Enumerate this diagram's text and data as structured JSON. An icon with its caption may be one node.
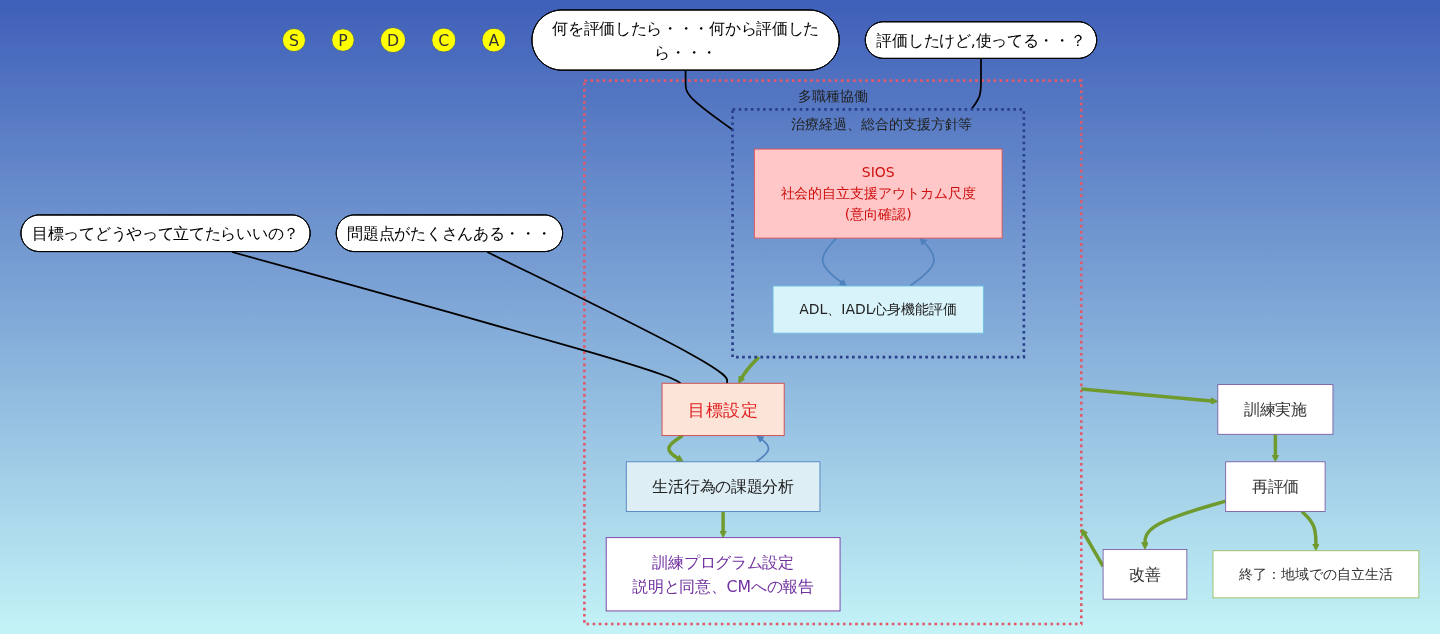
{
  "diagram": {
    "nodes": [
      {
        "text": [
          "多職種協働"
        ]
      },
      {
        "text": [
          "治療経過、総合的支援方針等"
        ],
        "in": 0
      },
      {
        "text": [
          "SIOS",
          "社会的自立支援アウトカム尺度",
          "(意向確認)"
        ],
        "in": 1
      },
      {
        "text": [
          "ADL、IADL心身機能評価"
        ],
        "in": 1
      },
      {
        "text": [
          "目標設定"
        ],
        "in": 0
      },
      {
        "text": [
          "生活行為の課題分析"
        ],
        "in": 0
      },
      {
        "text": [
          "訓練プログラム設定",
          "説明と同意、CMへの報告"
        ],
        "in": 0
      },
      {
        "text": [
          "訓練実施"
        ]
      },
      {
        "text": [
          "再評価"
        ]
      },
      {
        "text": [
          "改善"
        ]
      },
      {
        "text": [
          "終了：地域での自立生活"
        ]
      },
      {
        "text": [
          "S"
        ]
      },
      {
        "text": [
          "P"
        ]
      },
      {
        "text": [
          "D"
        ]
      },
      {
        "text": [
          "C"
        ]
      },
      {
        "text": [
          "A"
        ]
      },
      {
        "text": [
          "何を評価したら・・・何から評価したら・・・"
        ]
      },
      {
        "text": [
          "評価したけど,使ってる・・？"
        ]
      },
      {
        "text": [
          "目標ってどうやって立てたらいいの？"
        ]
      },
      {
        "text": [
          "問題点がたくさんある・・・"
        ]
      }
    ],
    "edges": [
      {
        "from": 2,
        "to": 3,
        "arrow": "to",
        "color": "#4f81bd"
      },
      {
        "from": 3,
        "to": 2,
        "arrow": "to",
        "color": "#4f81bd"
      },
      {
        "from": 1,
        "to": 4,
        "arrow": "to"
      },
      {
        "from": 4,
        "to": 5,
        "arrow": "to"
      },
      {
        "from": 5,
        "to": 4,
        "arrow": "to",
        "color": "#4f81bd"
      },
      {
        "from": 5,
        "to": 6,
        "arrow": "to"
      },
      {
        "from": 0,
        "to": 7,
        "arrow": "to"
      },
      {
        "from": 7,
        "to": 8,
        "arrow": "to"
      },
      {
        "from": 8,
        "to": 9,
        "arrow": "to"
      },
      {
        "from": 8,
        "to": 10,
        "arrow": "to"
      },
      {
        "from": 9,
        "to": 0,
        "arrow": "to"
      },
      {
        "from": 16,
        "to": 1,
        "arrow": "none",
        "color": "#000000"
      },
      {
        "from": 17,
        "to": 1,
        "arrow": "none",
        "color": "#000000"
      },
      {
        "from": 18,
        "to": 4,
        "arrow": "none",
        "color": "#000000"
      },
      {
        "from": 19,
        "to": 4,
        "arrow": "none",
        "color": "#000000"
      }
    ]
  }
}
